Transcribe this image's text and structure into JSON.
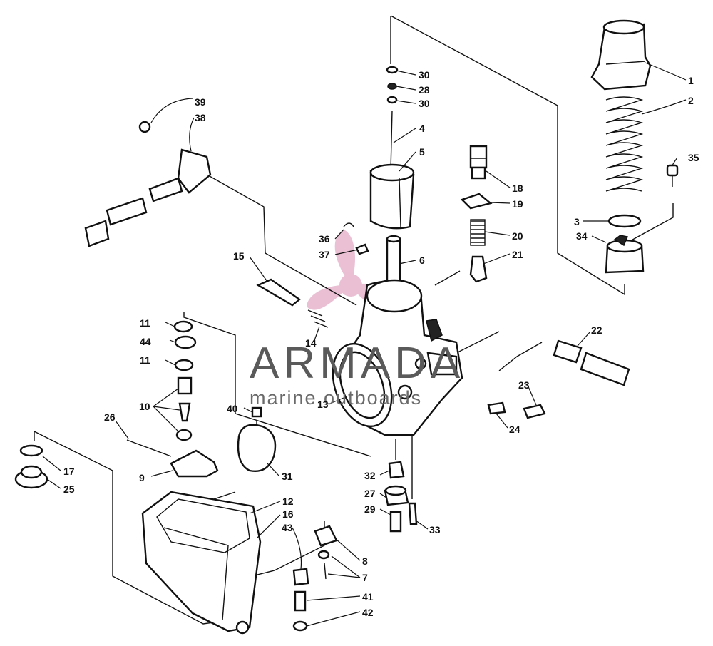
{
  "watermark": {
    "brand": "ARMADA",
    "tagline": "marine outboards",
    "color": "#e7b5cc"
  },
  "callouts": [
    {
      "id": "1",
      "text": "1"
    },
    {
      "id": "2",
      "text": "2"
    },
    {
      "id": "3",
      "text": "3"
    },
    {
      "id": "4",
      "text": "4"
    },
    {
      "id": "5",
      "text": "5"
    },
    {
      "id": "6",
      "text": "6"
    },
    {
      "id": "7",
      "text": "7"
    },
    {
      "id": "8",
      "text": "8"
    },
    {
      "id": "9",
      "text": "9"
    },
    {
      "id": "10",
      "text": "10"
    },
    {
      "id": "11a",
      "text": "11"
    },
    {
      "id": "11b",
      "text": "11"
    },
    {
      "id": "12",
      "text": "12"
    },
    {
      "id": "13",
      "text": "13"
    },
    {
      "id": "14",
      "text": "14"
    },
    {
      "id": "15",
      "text": "15"
    },
    {
      "id": "16",
      "text": "16"
    },
    {
      "id": "17",
      "text": "17"
    },
    {
      "id": "18",
      "text": "18"
    },
    {
      "id": "19",
      "text": "19"
    },
    {
      "id": "20",
      "text": "20"
    },
    {
      "id": "21",
      "text": "21"
    },
    {
      "id": "22",
      "text": "22"
    },
    {
      "id": "23",
      "text": "23"
    },
    {
      "id": "24",
      "text": "24"
    },
    {
      "id": "25",
      "text": "25"
    },
    {
      "id": "26",
      "text": "26"
    },
    {
      "id": "27",
      "text": "27"
    },
    {
      "id": "28",
      "text": "28"
    },
    {
      "id": "29",
      "text": "29"
    },
    {
      "id": "30a",
      "text": "30"
    },
    {
      "id": "30b",
      "text": "30"
    },
    {
      "id": "31",
      "text": "31"
    },
    {
      "id": "32",
      "text": "32"
    },
    {
      "id": "33",
      "text": "33"
    },
    {
      "id": "34",
      "text": "34"
    },
    {
      "id": "35",
      "text": "35"
    },
    {
      "id": "36",
      "text": "36"
    },
    {
      "id": "37",
      "text": "37"
    },
    {
      "id": "38",
      "text": "38"
    },
    {
      "id": "39",
      "text": "39"
    },
    {
      "id": "40",
      "text": "40"
    },
    {
      "id": "41",
      "text": "41"
    },
    {
      "id": "42",
      "text": "42"
    },
    {
      "id": "43",
      "text": "43"
    },
    {
      "id": "44",
      "text": "44"
    }
  ]
}
